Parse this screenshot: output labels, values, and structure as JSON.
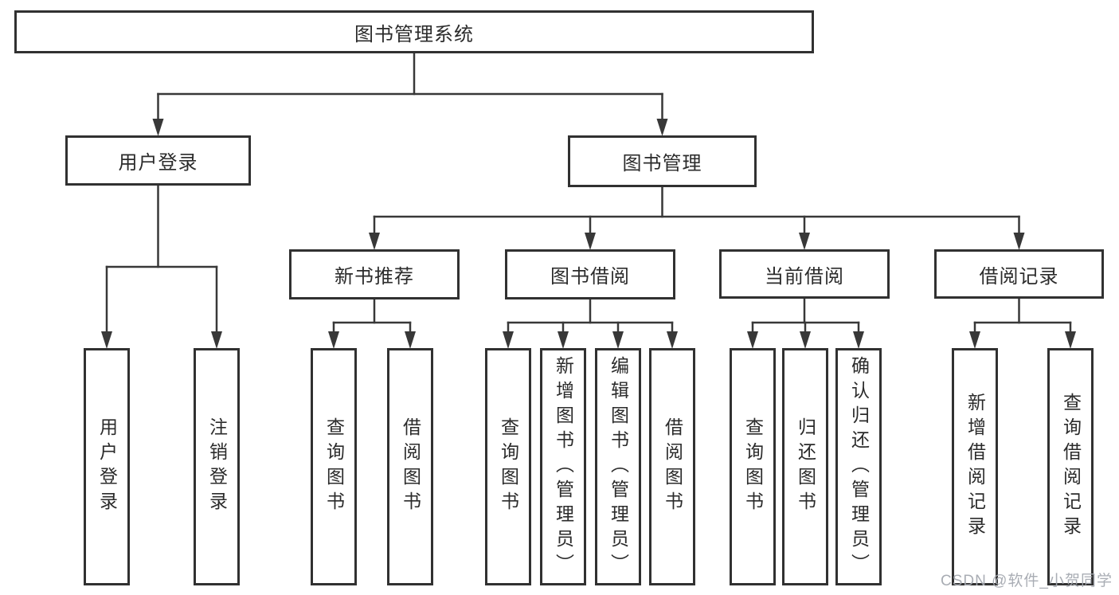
{
  "diagram": {
    "title": "图书管理系统",
    "nodes": [
      {
        "id": "root",
        "label": "图书管理系统",
        "orientation": "horizontal",
        "children": [
          "user-login",
          "book-mgmt"
        ]
      },
      {
        "id": "user-login",
        "label": "用户登录",
        "orientation": "horizontal",
        "children": [
          "leaf-user-login",
          "leaf-logout"
        ]
      },
      {
        "id": "book-mgmt",
        "label": "图书管理",
        "orientation": "horizontal",
        "children": [
          "new-book-rec",
          "book-borrow",
          "current-borrow",
          "borrow-records"
        ]
      },
      {
        "id": "new-book-rec",
        "label": "新书推荐",
        "orientation": "horizontal",
        "children": [
          "leaf-query-books-rec",
          "leaf-borrow-books-rec"
        ]
      },
      {
        "id": "book-borrow",
        "label": "图书借阅",
        "orientation": "horizontal",
        "children": [
          "leaf-query-books-borrow",
          "leaf-add-book",
          "leaf-edit-book",
          "leaf-borrow-books-borrow"
        ]
      },
      {
        "id": "current-borrow",
        "label": "当前借阅",
        "orientation": "horizontal",
        "children": [
          "leaf-query-books-current",
          "leaf-return-books",
          "leaf-confirm-return"
        ]
      },
      {
        "id": "borrow-records",
        "label": "借阅记录",
        "orientation": "horizontal",
        "children": [
          "leaf-add-borrow-record",
          "leaf-query-borrow-record"
        ]
      },
      {
        "id": "leaf-user-login",
        "label": "用户登录",
        "orientation": "vertical",
        "children": []
      },
      {
        "id": "leaf-logout",
        "label": "注销登录",
        "orientation": "vertical",
        "children": []
      },
      {
        "id": "leaf-query-books-rec",
        "label": "查询图书",
        "orientation": "vertical",
        "children": []
      },
      {
        "id": "leaf-borrow-books-rec",
        "label": "借阅图书",
        "orientation": "vertical",
        "children": []
      },
      {
        "id": "leaf-query-books-borrow",
        "label": "查询图书",
        "orientation": "vertical",
        "children": []
      },
      {
        "id": "leaf-add-book",
        "label": "新增图书（管理员）",
        "orientation": "vertical",
        "children": []
      },
      {
        "id": "leaf-edit-book",
        "label": "编辑图书（管理员）",
        "orientation": "vertical",
        "children": []
      },
      {
        "id": "leaf-borrow-books-borrow",
        "label": "借阅图书",
        "orientation": "vertical",
        "children": []
      },
      {
        "id": "leaf-query-books-current",
        "label": "查询图书",
        "orientation": "vertical",
        "children": []
      },
      {
        "id": "leaf-return-books",
        "label": "归还图书",
        "orientation": "vertical",
        "children": []
      },
      {
        "id": "leaf-confirm-return",
        "label": "确认归还（管理员）",
        "orientation": "vertical",
        "children": []
      },
      {
        "id": "leaf-add-borrow-record",
        "label": "新增借阅记录",
        "orientation": "vertical",
        "children": []
      },
      {
        "id": "leaf-query-borrow-record",
        "label": "查询借阅记录",
        "orientation": "vertical",
        "children": []
      }
    ]
  },
  "colors": {
    "line": "#383838",
    "box_border": "#313131",
    "box_fill": "#ffffff",
    "text": "#2b2b2b",
    "background": "#ffffff",
    "watermark": "#a4a9b0"
  },
  "watermark": {
    "text": "CSDN @软件_小贺同学"
  }
}
